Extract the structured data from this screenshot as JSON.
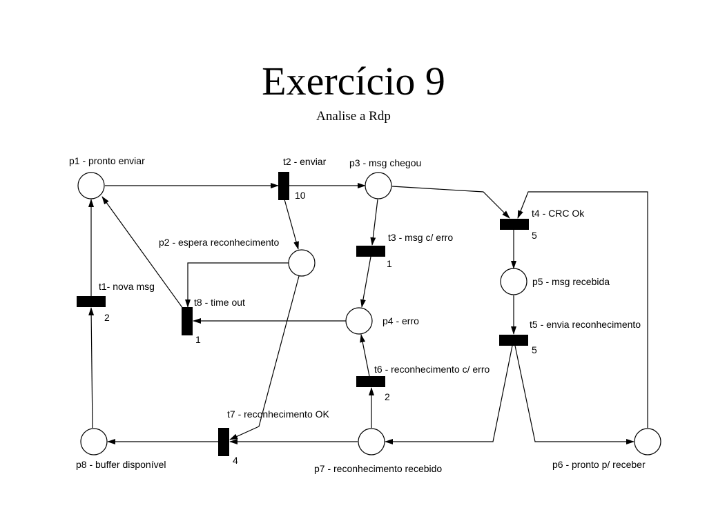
{
  "title": "Exercício 9",
  "subtitle": "Analise a Rdp",
  "places": {
    "p1": "p1 - pronto enviar",
    "p2": "p2 - espera reconhecimento",
    "p3": "p3 - msg chegou",
    "p4": "p4 - erro",
    "p5": "p5 - msg recebida",
    "p6": "p6 - pronto p/ receber",
    "p7": "p7 - reconhecimento recebido",
    "p8": "p8 - buffer disponível"
  },
  "transitions": {
    "t1": {
      "label": "t1- nova msg",
      "delay": "2"
    },
    "t2": {
      "label": "t2 - enviar",
      "delay": "10"
    },
    "t3": {
      "label": "t3 - msg c/ erro",
      "delay": "1"
    },
    "t4": {
      "label": "t4 - CRC Ok",
      "delay": "5"
    },
    "t5": {
      "label": "t5 - envia reconhecimento",
      "delay": "5"
    },
    "t6": {
      "label": "t6 - reconhecimento c/ erro",
      "delay": "2"
    },
    "t7": {
      "label": "t7 - reconhecimento OK",
      "delay": "4"
    },
    "t8": {
      "label": "t8 - time out",
      "delay": "1"
    }
  }
}
